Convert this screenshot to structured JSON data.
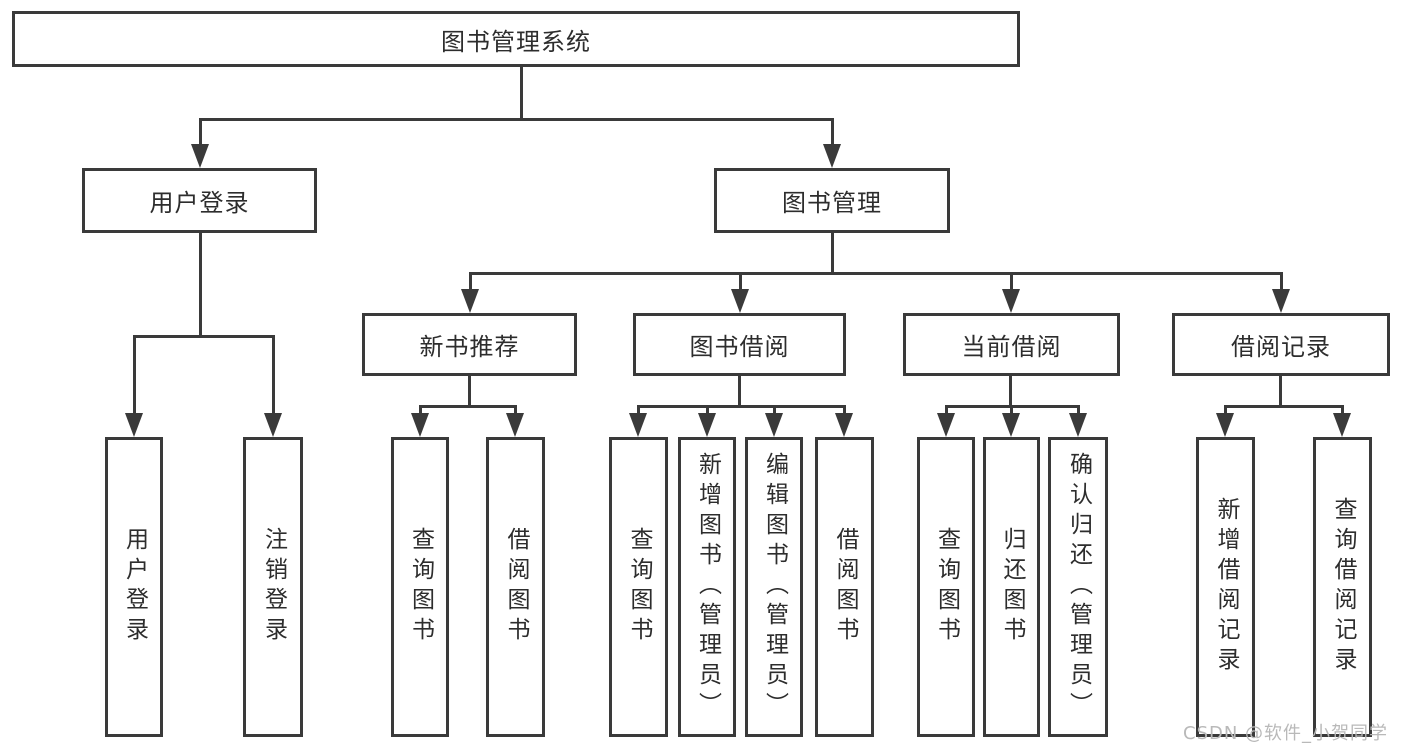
{
  "diagram": {
    "title": "图书管理系统",
    "stroke_color": "#3a3a3a",
    "text_color": "#2d2d2d",
    "background_color": "#ffffff",
    "nodes": {
      "system": "图书管理系统",
      "user_login": "用户登录",
      "book_mgmt": "图书管理",
      "new_book": "新书推荐",
      "book_borrow": "图书借阅",
      "current_borrow": "当前借阅",
      "borrow_records": "借阅记录",
      "leaf_user_login": "用户登录",
      "leaf_logout": "注销登录",
      "leaf_nb_query": "查询图书",
      "leaf_nb_borrow": "借阅图书",
      "leaf_bb_query": "查询图书",
      "leaf_bb_add": "新增图书（管理员）",
      "leaf_bb_edit": "编辑图书（管理员）",
      "leaf_bb_borrow": "借阅图书",
      "leaf_cb_query": "查询图书",
      "leaf_cb_return": "归还图书",
      "leaf_cb_confirm": "确认归还（管理员）",
      "leaf_br_add": "新增借阅记录",
      "leaf_br_query": "查询借阅记录"
    },
    "hierarchy": {
      "system": [
        "user_login",
        "book_mgmt"
      ],
      "user_login": [
        "leaf_user_login",
        "leaf_logout"
      ],
      "book_mgmt": [
        "new_book",
        "book_borrow",
        "current_borrow",
        "borrow_records"
      ],
      "new_book": [
        "leaf_nb_query",
        "leaf_nb_borrow"
      ],
      "book_borrow": [
        "leaf_bb_query",
        "leaf_bb_add",
        "leaf_bb_edit",
        "leaf_bb_borrow"
      ],
      "current_borrow": [
        "leaf_cb_query",
        "leaf_cb_return",
        "leaf_cb_confirm"
      ],
      "borrow_records": [
        "leaf_br_add",
        "leaf_br_query"
      ]
    }
  },
  "watermark": {
    "text": "CSDN @软件_小贺同学",
    "color": "#b9b9b9"
  }
}
